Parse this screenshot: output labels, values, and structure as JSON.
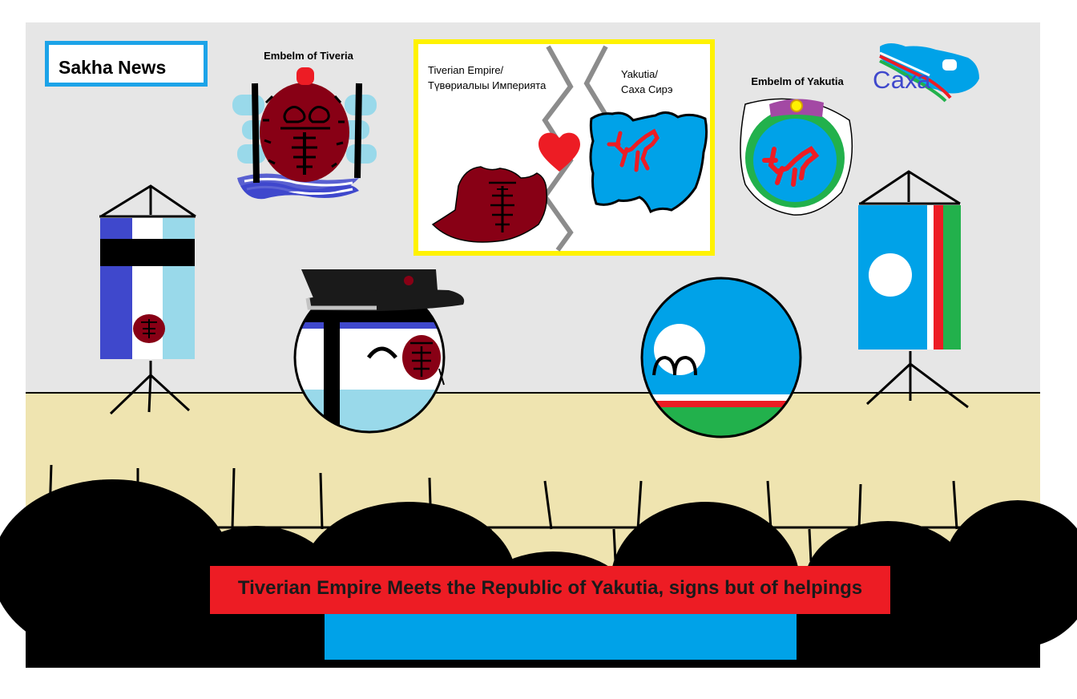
{
  "news_label": "Sakha News",
  "emblem_tiveria_label": "Embelm of Tiveria",
  "emblem_yakutia_label": "Embelm of Yakutia",
  "map": {
    "tiveria_line1": "Tiverian Empire/",
    "tiveria_line2": "Түвөриалыы Империята",
    "yakutia_line1": "Yakutia/",
    "yakutia_line2": "Саха Сирэ"
  },
  "saxa_word": "Саха",
  "headline": "Tiverian Empire Meets the Republic of Yakutia, signs but of helpings",
  "colors": {
    "wall": "#e6e6e6",
    "floor": "#efe4b0",
    "tiverian_maroon": "#880015",
    "tiverian_blue": "#3f48cc",
    "tiverian_light_blue": "#99d9ea",
    "yakutia_blue": "#00a2e8",
    "yakutia_red": "#ed1c24",
    "yakutia_green": "#22b14c",
    "frame_yellow": "#fff200",
    "purple": "#a349a4"
  },
  "icons": [
    "tiveria-emblem-icon",
    "yakutia-emblem-icon",
    "tiveria-flag-icon",
    "yakutia-flag-icon",
    "heart-icon",
    "tiveria-ball-icon",
    "yakutia-ball-icon"
  ]
}
